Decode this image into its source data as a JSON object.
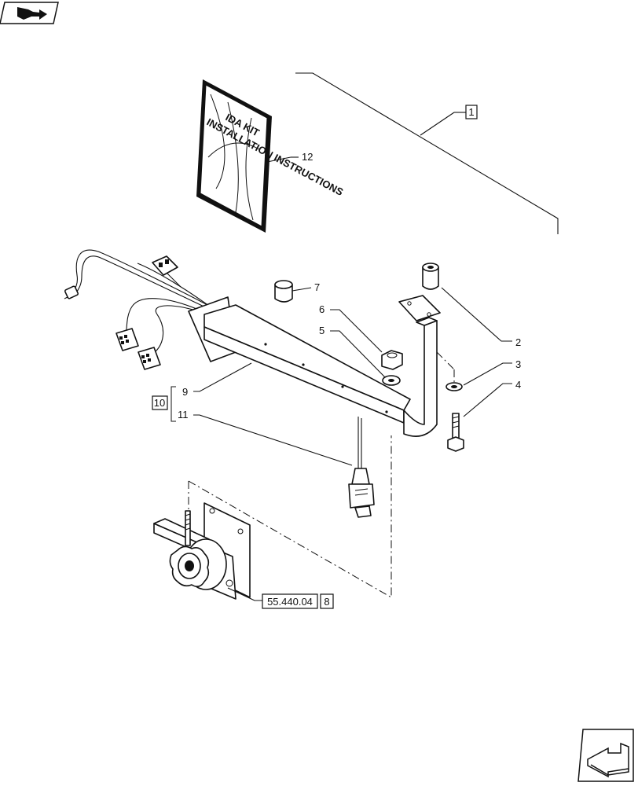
{
  "book": {
    "line1": "IDA KIT",
    "line2": "INSTALLATION INSTRUCTIONS"
  },
  "callouts": {
    "c1": "1",
    "c2": "2",
    "c3": "3",
    "c4": "4",
    "c5": "5",
    "c6": "6",
    "c7": "7",
    "c9": "9",
    "c10": "10",
    "c11": "11",
    "c12": "12",
    "ref_code": "55.440.04",
    "ref_item": "8"
  },
  "icons": {
    "top_left": "previous-page-arrow-icon",
    "bottom_right": "next-page-arrow-icon"
  }
}
